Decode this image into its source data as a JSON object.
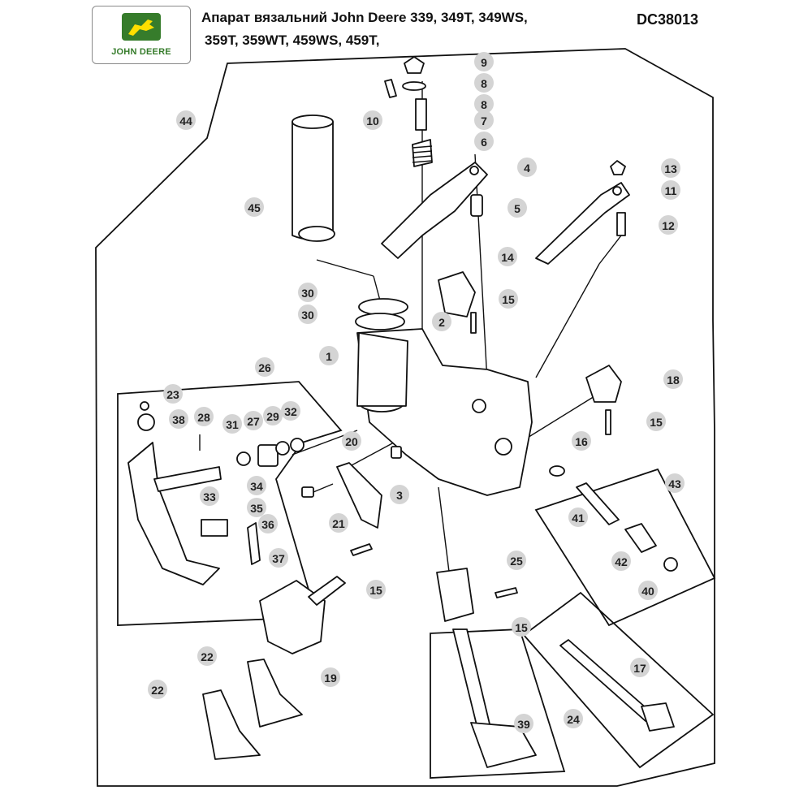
{
  "header": {
    "title_line1": "Апарат вязальний John Deere 339, 349T, 349WS,",
    "title_line2": "359T, 359WT, 459WS, 459T,",
    "code": "DC38013"
  },
  "logo": {
    "text": "JOHN DEERE",
    "brand_green": "#367c2b",
    "brand_yellow": "#ffde00"
  },
  "callouts": [
    "9",
    "8",
    "8",
    "10",
    "7",
    "6",
    "4",
    "5",
    "13",
    "11",
    "12",
    "44",
    "45",
    "14",
    "15",
    "30",
    "30",
    "2",
    "1",
    "26",
    "23",
    "38",
    "28",
    "31",
    "27",
    "29",
    "32",
    "18",
    "15",
    "16",
    "20",
    "3",
    "34",
    "33",
    "35",
    "36",
    "37",
    "21",
    "43",
    "41",
    "42",
    "40",
    "15",
    "25",
    "15",
    "19",
    "22",
    "22",
    "17",
    "39",
    "24"
  ]
}
